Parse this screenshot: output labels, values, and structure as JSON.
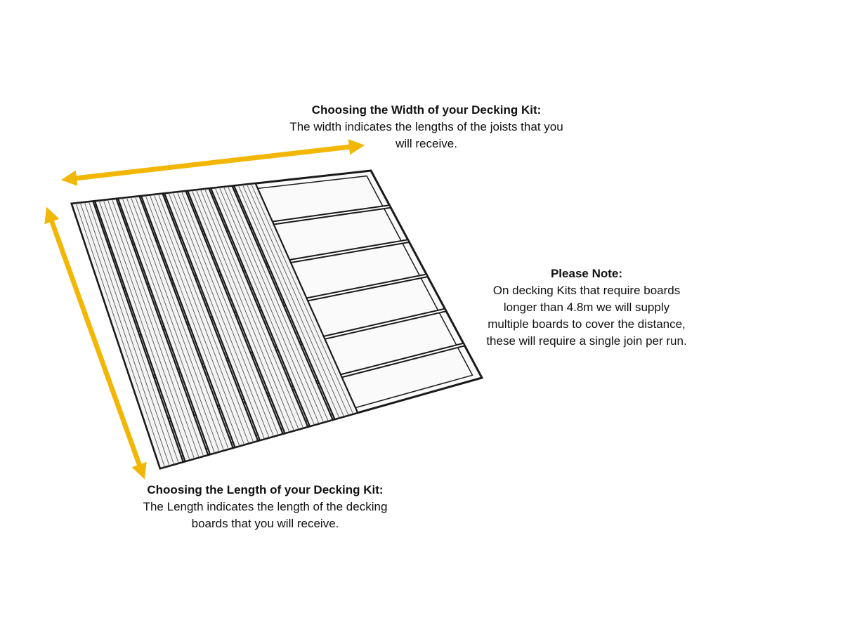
{
  "width_note": {
    "heading": "Choosing the Width of your Decking Kit:",
    "body": "The width indicates the lengths of the joists that you will receive."
  },
  "please_note": {
    "heading": "Please Note:",
    "body": "On decking Kits that require boards longer than 4.8m we will supply multiple boards to cover the distance, these will require a single join per run."
  },
  "length_note": {
    "heading": "Choosing the Length of your Decking Kit:",
    "body": "The Length indicates the length of the decking boards that you will receive."
  },
  "colors": {
    "arrow": "#f2b705",
    "line": "#1a1a1a",
    "board_fill": "#f4f4f4",
    "frame_fill": "#fafafa"
  },
  "decking": {
    "board_count": 8,
    "joist_count": 6
  }
}
